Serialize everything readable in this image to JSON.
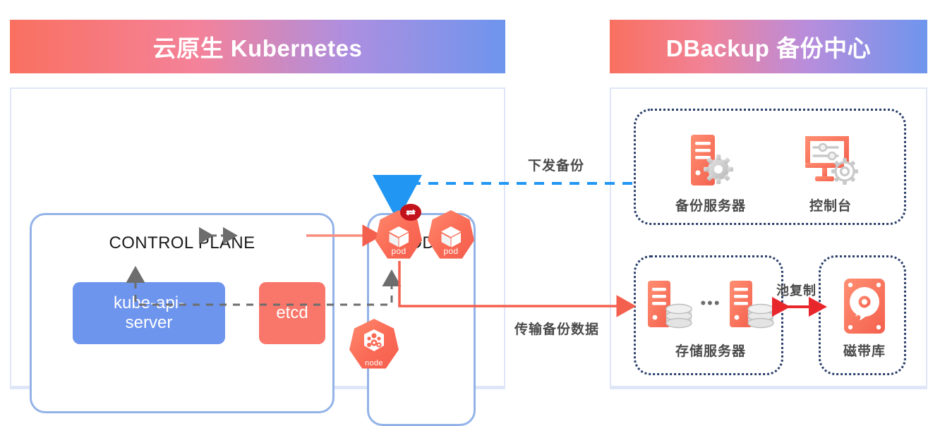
{
  "panels": {
    "k8s": {
      "title": "云原生 Kubernetes"
    },
    "dbackup": {
      "title": "DBackup 备份中心"
    }
  },
  "k8s": {
    "control_plane": {
      "title": "CONTROL PLANE",
      "components": [
        {
          "id": "kube-api-server",
          "label": "kube-api-\nserver",
          "color": "#6e95ed"
        },
        {
          "id": "etcd",
          "label": "etcd",
          "color": "#f9776a"
        }
      ]
    },
    "node": {
      "title": "NODE",
      "pods": [
        {
          "label": "pod",
          "badge": "sync-icon"
        },
        {
          "label": "pod",
          "badge": null
        }
      ],
      "node_icon_label": "node"
    }
  },
  "dbackup": {
    "groups": [
      {
        "id": "control-group",
        "devices": [
          {
            "id": "backup-server",
            "label": "备份服务器",
            "icon": "server-gear-icon"
          },
          {
            "id": "console",
            "label": "控制台",
            "icon": "monitor-settings-gear-icon"
          }
        ]
      },
      {
        "id": "storage-group",
        "devices": [
          {
            "id": "storage-server",
            "label": "存储服务器",
            "icon": "server-database-icon",
            "repeat_glyph": "•••"
          }
        ]
      },
      {
        "id": "tape-group",
        "devices": [
          {
            "id": "tape-library",
            "label": "磁带库",
            "icon": "hard-disk-icon"
          }
        ]
      }
    ]
  },
  "flows": {
    "dispatch_backup": {
      "label": "下发备份",
      "style": "dashed",
      "color": "#2196f3"
    },
    "transfer_backup_data": {
      "label": "传输备份数据",
      "style": "solid",
      "color": "#f4604e"
    },
    "pool_replication": {
      "label": "池复制",
      "style": "solid",
      "color": "#e8272d"
    }
  },
  "colors": {
    "k8s_blue": "#6e95ed",
    "k8s_red": "#f9776a",
    "border_blue": "#93b3e8",
    "panel_border": "#dfe6f7",
    "dotted_navy": "#2b3f6b",
    "arrow_gray": "#6d6d6d"
  }
}
